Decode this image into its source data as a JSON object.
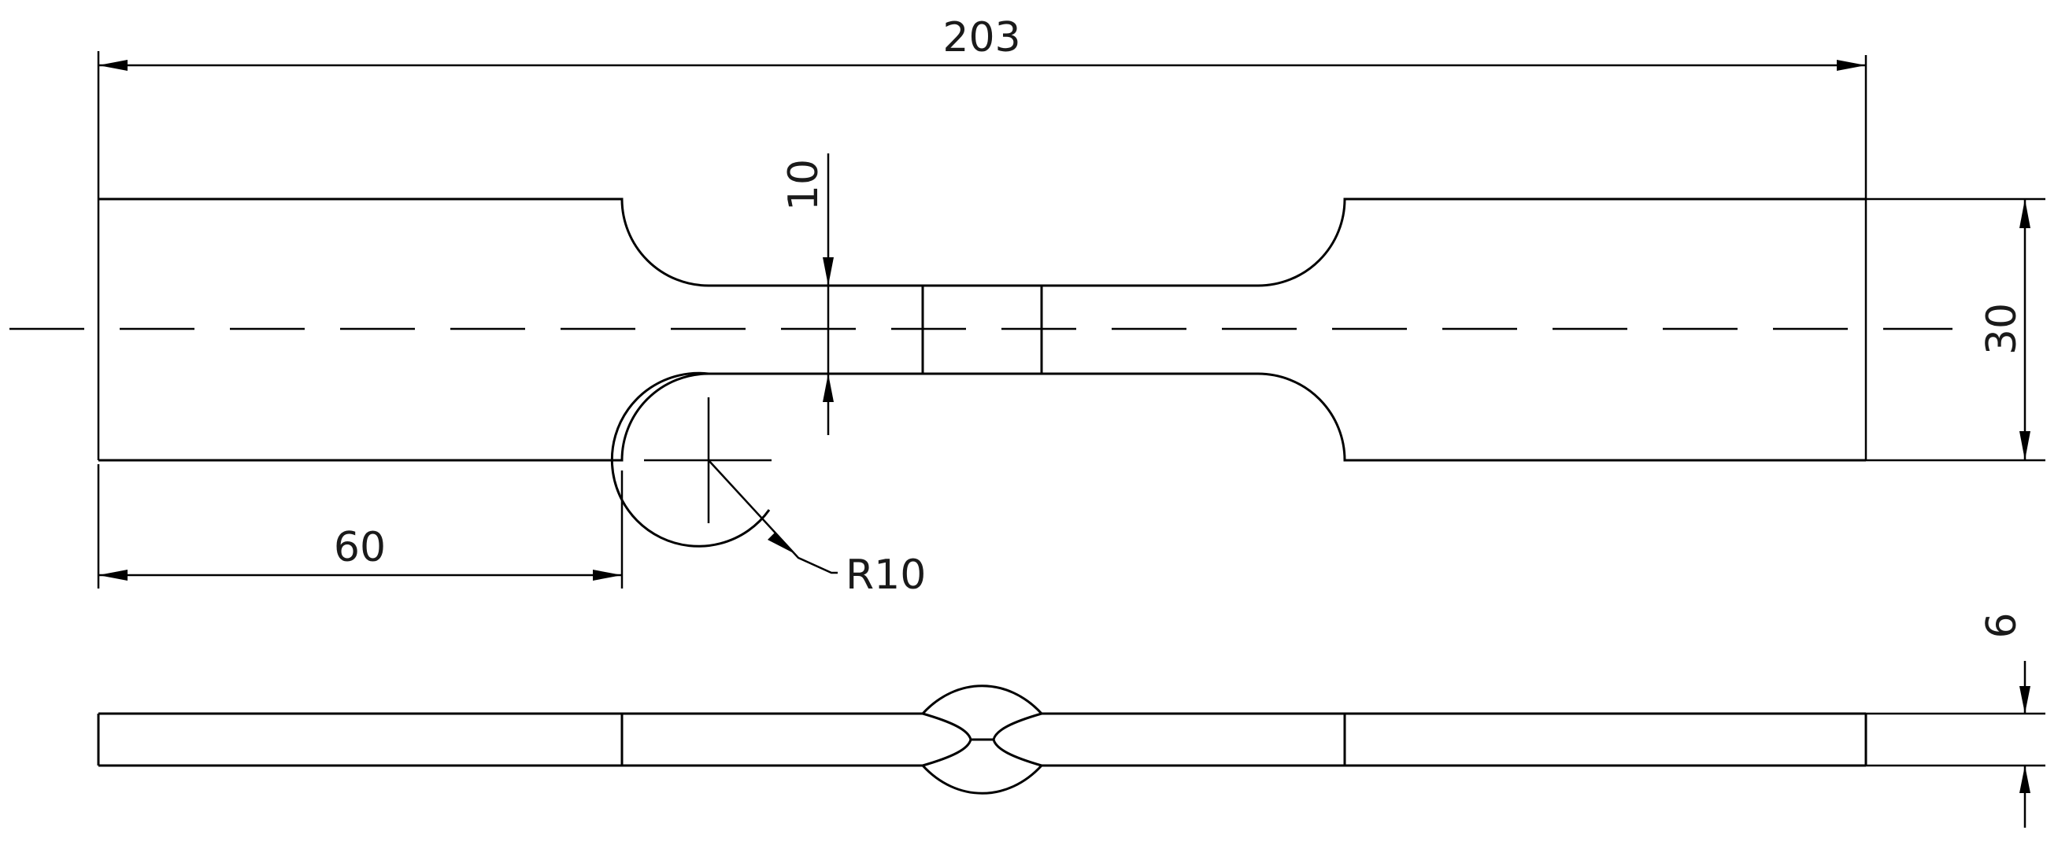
{
  "drawing": {
    "dimensions": {
      "overall_length": "203",
      "gauge_width": "10",
      "total_width": "30",
      "grip_length": "60",
      "fillet_radius": "R10",
      "thickness": "6"
    }
  }
}
